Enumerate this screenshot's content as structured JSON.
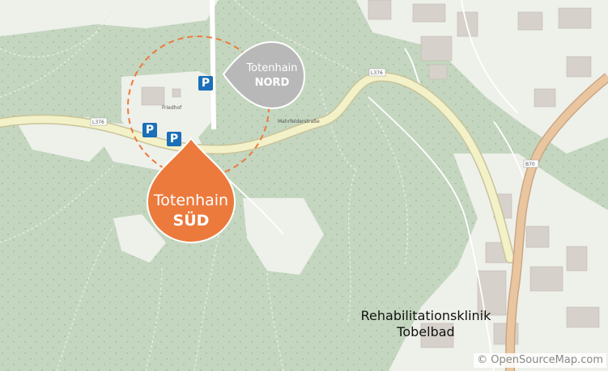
{
  "map": {
    "colors": {
      "forest": "#c4d6bf",
      "open_land": "#eef0ea",
      "road_main": "#f3f1c8",
      "road_major": "#e9c6a0",
      "accent": "#ec7a3d",
      "marker_grey": "#b8b8b8",
      "parking": "#1a6fb8"
    },
    "markers": {
      "nord": {
        "line1": "Totenhain",
        "line2": "NORD"
      },
      "sued": {
        "line1": "Totenhain",
        "line2": "SÜD"
      }
    },
    "parking_symbol": "P",
    "places": {
      "clinic": {
        "line1": "Rehabilitationsklinik",
        "line2": "Tobelbad"
      }
    },
    "road_labels": {
      "l376_west": "L376",
      "l376_east": "L376",
      "b70": "B70",
      "street": "Mahrfelderstraße",
      "cemetery": "Friedhof"
    },
    "copyright": "© OpenSourceMap.com"
  }
}
